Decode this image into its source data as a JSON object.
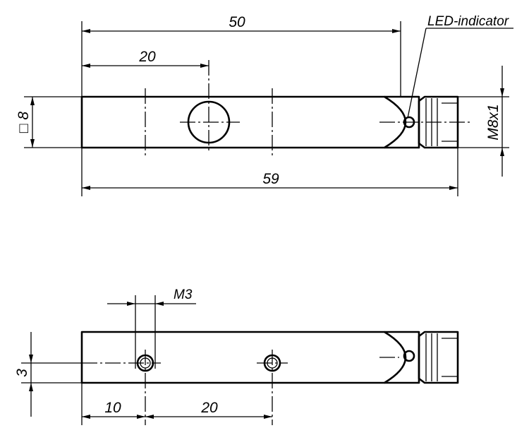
{
  "top_view": {
    "dim_overall_body": "50",
    "dim_hole_position": "20",
    "dim_overall_length": "59",
    "dim_square": "□ 8",
    "dim_thread": "M8x1",
    "led_label": "LED-indicator"
  },
  "side_view": {
    "dim_mount_thread": "M3",
    "dim_edge_offset": "3",
    "dim_first_hole": "10",
    "dim_hole_spacing": "20"
  }
}
